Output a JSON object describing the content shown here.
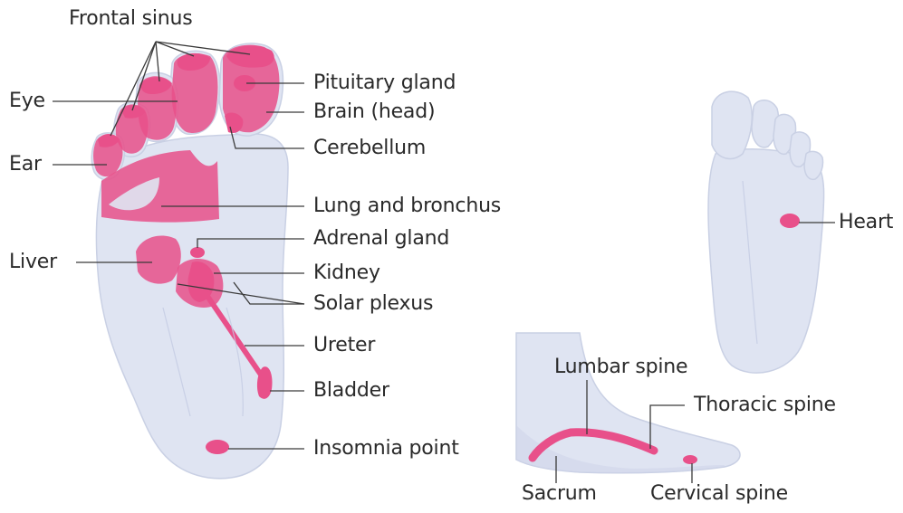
{
  "labels": {
    "frontal_sinus": "Frontal sinus",
    "eye": "Eye",
    "ear": "Ear",
    "liver": "Liver",
    "pituitary_gland": "Pituitary gland",
    "brain": "Brain (head)",
    "cerebellum": "Cerebellum",
    "lung_bronchus": "Lung and bronchus",
    "adrenal_gland": "Adrenal gland",
    "kidney": "Kidney",
    "solar_plexus": "Solar plexus",
    "ureter": "Ureter",
    "bladder": "Bladder",
    "insomnia_point": "Insomnia point",
    "heart": "Heart",
    "lumbar_spine": "Lumbar spine",
    "thoracic_spine": "Thoracic spine",
    "sacrum": "Sacrum",
    "cervical_spine": "Cervical spine"
  },
  "colors": {
    "zone": "#e8508a",
    "foot": "#dfe4f2",
    "text": "#2a2a2a"
  }
}
